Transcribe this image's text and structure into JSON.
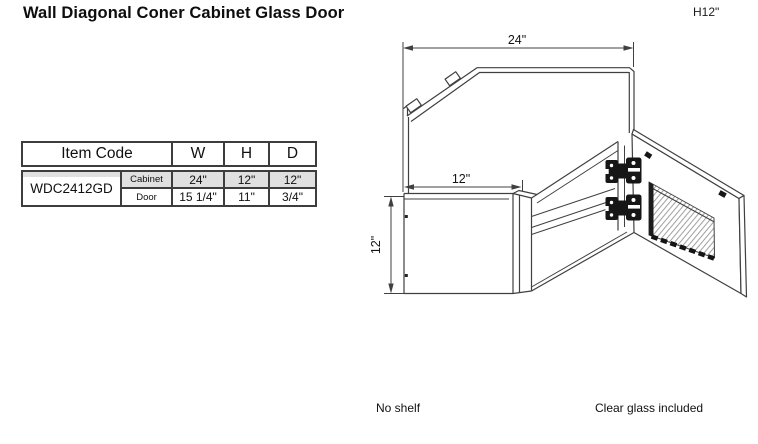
{
  "page": {
    "title": "Wall Diagonal Coner Cabinet Glass Door",
    "corner_label": "H12\""
  },
  "table": {
    "header": {
      "item_code": "Item Code",
      "w": "W",
      "h": "H",
      "d": "D"
    },
    "item_code": "WDC2412GD",
    "rows": [
      {
        "label": "Cabinet",
        "w": "24\"",
        "h": "12\"",
        "d": "12\""
      },
      {
        "label": "Door",
        "w": "15 1/4\"",
        "h": "11\"",
        "d": "3/4\""
      }
    ]
  },
  "diagram": {
    "dims": {
      "overall_width": "24\"",
      "left_width": "12\"",
      "left_height": "12\""
    }
  },
  "notes": {
    "left": "No shelf",
    "right": "Clear glass included"
  },
  "colors": {
    "line": "#404040",
    "row_highlight": "#e0e0e0",
    "hinge": "#161616",
    "glass_hatch": "#9f9f9f"
  }
}
